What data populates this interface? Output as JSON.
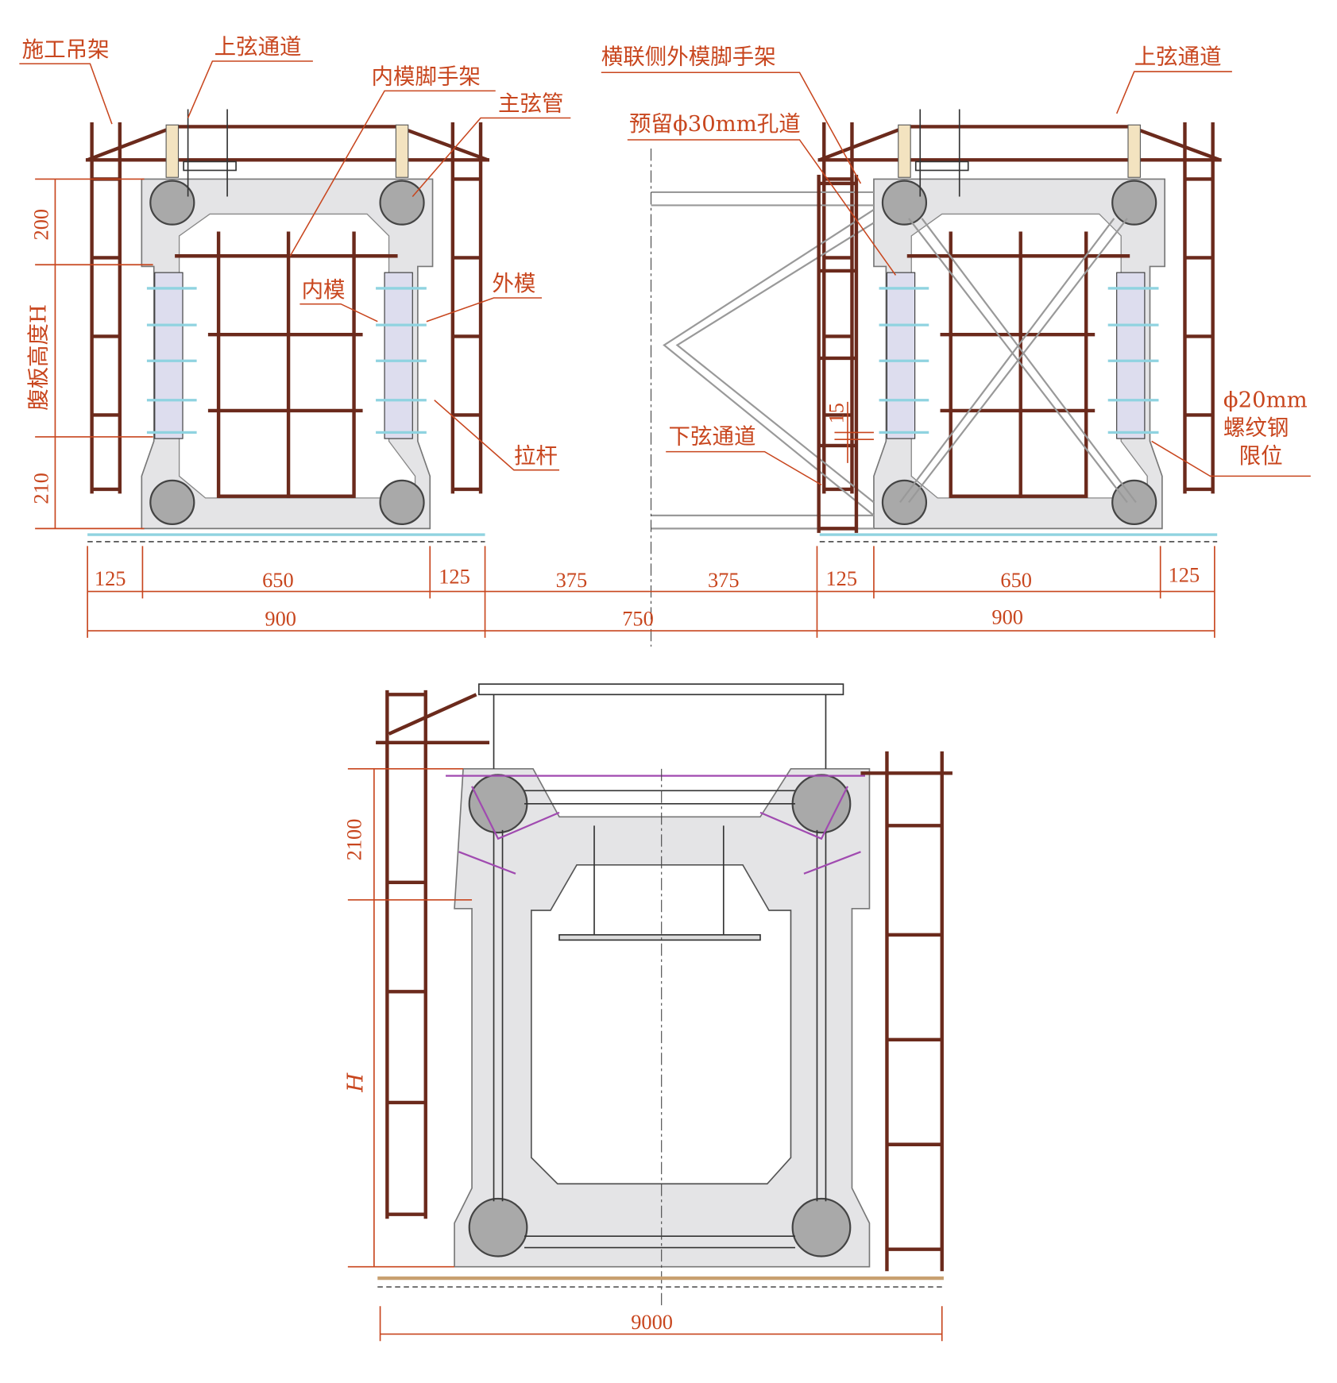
{
  "labels": {
    "hanger": "施工吊架",
    "top_chord_walkway_left": "上弦通道",
    "inner_form_scaffold": "内模脚手架",
    "main_chord_tube": "主弦管",
    "cross_brace_outer_scaffold": "横联侧外模脚手架",
    "top_chord_walkway_right": "上弦通道",
    "reserved_hole": "预留ϕ30mm孔道",
    "inner_form": "内模",
    "outer_form": "外模",
    "tie_rod": "拉杆",
    "bottom_chord_walkway": "下弦通道",
    "rebar_limit_1": "ϕ20mm",
    "rebar_limit_2": "螺纹钢",
    "rebar_limit_3": "限位",
    "web_height": "腹板高度H",
    "h_label": "H"
  },
  "dimensions": {
    "top_vertical": [
      "200",
      "210"
    ],
    "small_15": "15",
    "row1": [
      "125",
      "650",
      "125",
      "375",
      "375",
      "125",
      "650",
      "125"
    ],
    "row2": [
      "900",
      "750",
      "900"
    ],
    "bottom_vertical": "2100",
    "bottom_width": "9000"
  },
  "colors": {
    "annotation": "#c8461e",
    "scaffold": "#6b2a1c",
    "concrete": "#e4e4e6"
  }
}
